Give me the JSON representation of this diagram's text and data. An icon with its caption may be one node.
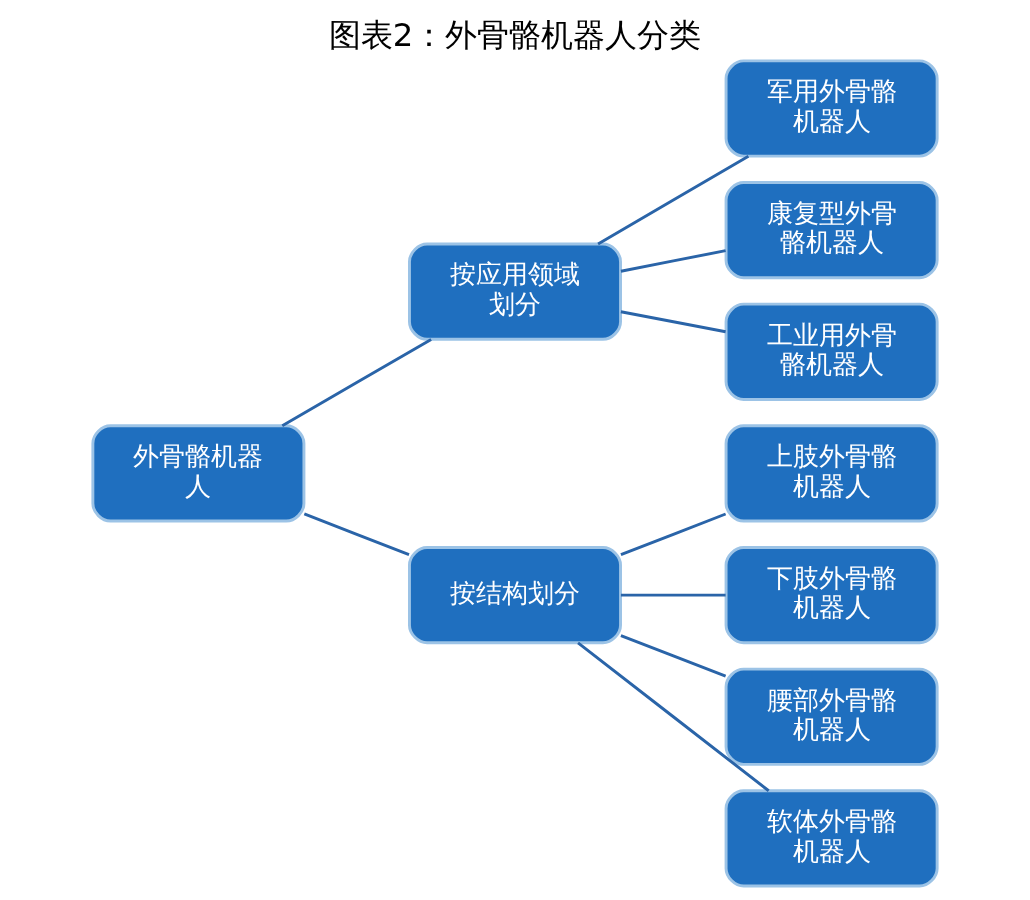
{
  "diagram": {
    "title": "图表2：外骨骼机器人分类",
    "nodes": [
      {
        "text": [
          "外骨骼机器人"
        ]
      },
      {
        "text": [
          "按应用领域划分"
        ]
      },
      {
        "text": [
          "按结构划分"
        ]
      },
      {
        "text": [
          "军用外骨骼机器人"
        ]
      },
      {
        "text": [
          "康复型外骨骼机器人"
        ]
      },
      {
        "text": [
          "工业用外骨骼机器人"
        ]
      },
      {
        "text": [
          "上肢外骨骼机器人"
        ]
      },
      {
        "text": [
          "下肢外骨骼机器人"
        ]
      },
      {
        "text": [
          "腰部外骨骼机器人"
        ]
      },
      {
        "text": [
          "软体外骨骼机器人"
        ]
      }
    ],
    "edges": [
      {
        "from": 0,
        "to": 1,
        "arrow": "none"
      },
      {
        "from": 0,
        "to": 2,
        "arrow": "none"
      },
      {
        "from": 1,
        "to": 3,
        "arrow": "none"
      },
      {
        "from": 1,
        "to": 4,
        "arrow": "none"
      },
      {
        "from": 1,
        "to": 5,
        "arrow": "none"
      },
      {
        "from": 2,
        "to": 6,
        "arrow": "none"
      },
      {
        "from": 2,
        "to": 7,
        "arrow": "none"
      },
      {
        "from": 2,
        "to": 8,
        "arrow": "none"
      },
      {
        "from": 2,
        "to": 9,
        "arrow": "none"
      }
    ]
  }
}
